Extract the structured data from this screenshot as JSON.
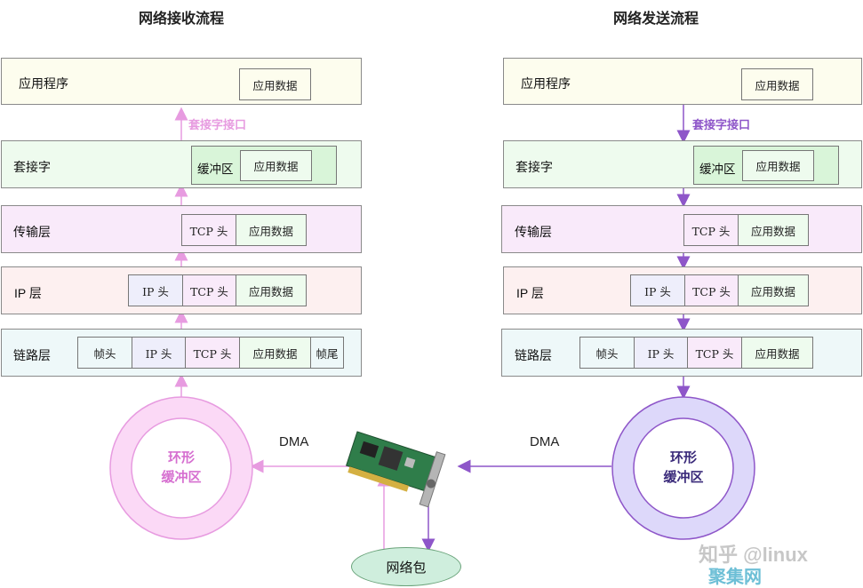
{
  "receive": {
    "title": "网络接收流程",
    "layers": {
      "app": "应用程序",
      "socket": "套接字",
      "transport": "传输层",
      "ip": "IP 层",
      "link": "链路层"
    },
    "cells": {
      "app_data": "应用数据",
      "buffer": "缓冲区",
      "socket_data": "应用数据",
      "tcp_tcp": "TCP 头",
      "tcp_data": "应用数据",
      "ip_ip": "IP 头",
      "ip_tcp": "TCP 头",
      "ip_data": "应用数据",
      "link_frame_head": "帧头",
      "link_ip": "IP 头",
      "link_tcp": "TCP 头",
      "link_data": "应用数据",
      "link_frame_tail": "帧尾"
    },
    "socket_interface": "套接字接口",
    "dma": "DMA",
    "ring_line1": "环形",
    "ring_line2": "缓冲区"
  },
  "send": {
    "title": "网络发送流程",
    "layers": {
      "app": "应用程序",
      "socket": "套接字",
      "transport": "传输层",
      "ip": "IP 层",
      "link": "链路层"
    },
    "cells": {
      "app_data": "应用数据",
      "buffer": "缓冲区",
      "socket_data": "应用数据",
      "tcp_tcp": "TCP 头",
      "tcp_data": "应用数据",
      "ip_ip": "IP 头",
      "ip_tcp": "TCP 头",
      "ip_data": "应用数据",
      "link_frame_head": "帧头",
      "link_ip": "IP 头",
      "link_tcp": "TCP 头",
      "link_data": "应用数据"
    },
    "socket_interface": "套接字接口",
    "dma": "DMA",
    "ring_line1": "环形",
    "ring_line2": "缓冲区"
  },
  "packet": "网络包",
  "watermark": {
    "line1": "知乎 @linux",
    "line2": "聚集网"
  },
  "colors": {
    "app_bg": "#fdfdee",
    "socket_bg": "#eefbee",
    "transport_bg": "#f9eafa",
    "ip_bg": "#fdf0f0",
    "link_bg": "#eef8f9",
    "receive_accent": "#e79be0",
    "send_accent": "#8e56c9",
    "ring_receive_fill": "#fbd9f6",
    "ring_send_fill": "#ddd8fa"
  }
}
